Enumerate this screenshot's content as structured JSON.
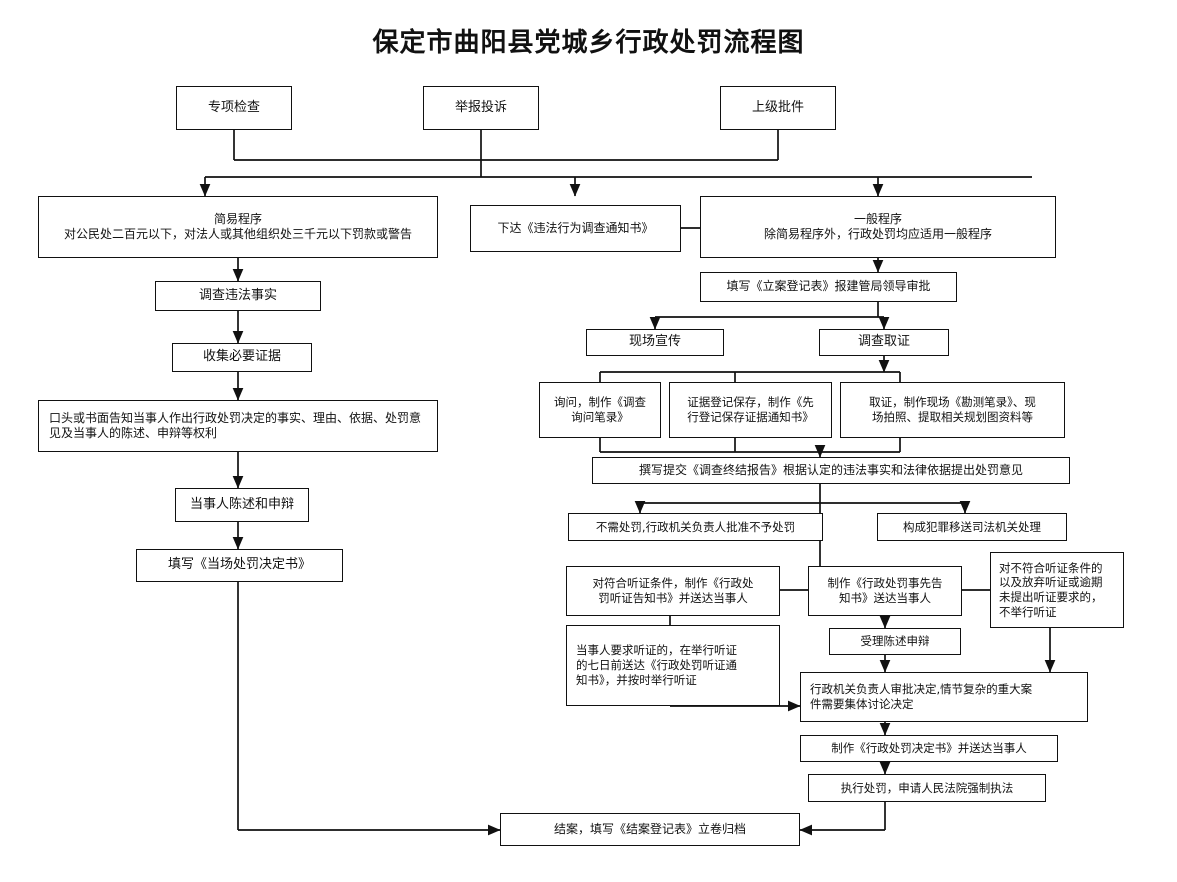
{
  "doc": {
    "title": "保定市曲阳县党城乡行政处罚流程图",
    "type": "flowchart",
    "orientation": "top-down",
    "colors": {
      "stroke": "#111111",
      "fill": "#ffffff",
      "text": "#111111"
    }
  },
  "nodes": {
    "src_inspection": "专项检查",
    "src_report": "举报投诉",
    "src_approval": "上级批件",
    "simple_proc": "简易程序\n对公民处二百元以下，对法人或其他组织处三千元以下罚款或警告",
    "issue_notice": "下达《违法行为调查通知书》",
    "general_proc": "一般程序\n除简易程序外，行政处罚均应适用一般程序",
    "investigate_fact": "调查违法事实",
    "collect_evidence": "收集必要证据",
    "inform_rights": "口头或书面告知当事人作出行政处罚决定的事实、理由、依据、处罚意见及当事人的陈述、申辩等权利",
    "party_statement": "当事人陈述和申辩",
    "onsite_decision": "填写《当场处罚决定书》",
    "register_case": "填写《立案登记表》报建管局领导审批",
    "onsite_publicity": "现场宣传",
    "investigate_collect": "调查取证",
    "inquiry_record": "询问，制作《调查\n询问笔录》",
    "evidence_preserve": "证据登记保存，制作《先\n行登记保存证据通知书》",
    "site_survey": "取证，制作现场《勘测笔录》、现\n场拍照、提取相关规划图资料等",
    "final_report": "撰写提交《调查终结报告》根据认定的违法事实和法律依据提出处罚意见",
    "no_penalty": "不需处罚,行政机关负责人批准不予处罚",
    "criminal_transfer": "构成犯罪移送司法机关处理",
    "hearing_notice": "对符合听证条件，制作《行政处\n罚听证告知书》并送达当事人",
    "hearing_hold": "当事人要求听证的，在举行听证\n的七日前送达《行政处罚听证通\n知书》，并按时举行听证",
    "prior_notice": "制作《行政处罚事先告\n知书》送达当事人",
    "accept_statement": "受理陈述申辩",
    "no_hearing": "对不符合听证条件的\n以及放弃听证或逾期\n未提出听证要求的，\n不举行听证",
    "leader_approve": "行政机关负责人审批决定,情节复杂的重大案\n件需要集体讨论决定",
    "penalty_decision": "制作《行政处罚决定书》并送达当事人",
    "execute_penalty": "执行处罚，申请人民法院强制执法",
    "close_case": "结案，填写《结案登记表》立卷归档"
  }
}
